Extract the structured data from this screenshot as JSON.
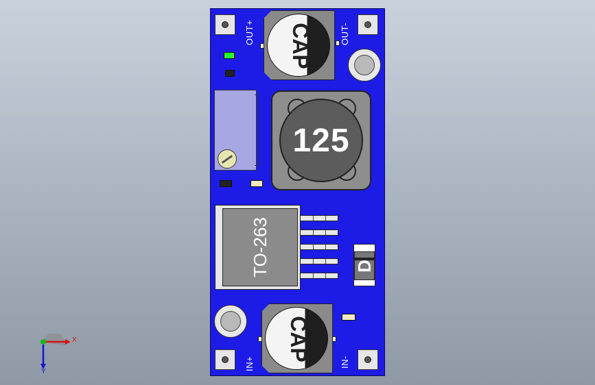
{
  "viewport": {
    "background_top": "#c9d2dc",
    "background_bottom": "#8f99a6"
  },
  "board": {
    "color": "#1c1ce6"
  },
  "labels": {
    "out_plus": "OUT+",
    "out_minus": "OUT-",
    "in_plus": "IN+",
    "in_minus": "IN-"
  },
  "capacitors": {
    "top": {
      "text": "CAP"
    },
    "bottom": {
      "text": "CAP"
    }
  },
  "inductor": {
    "text": "125"
  },
  "regulator": {
    "text": "TO-263"
  },
  "diode": {
    "text": "D"
  },
  "led": {
    "color": "#2aff2a"
  },
  "triad": {
    "x_label": "X",
    "y_label": "Y"
  },
  "icons": [
    "mounting-hole-icon",
    "solder-pad-icon",
    "coordinate-triad-icon"
  ]
}
